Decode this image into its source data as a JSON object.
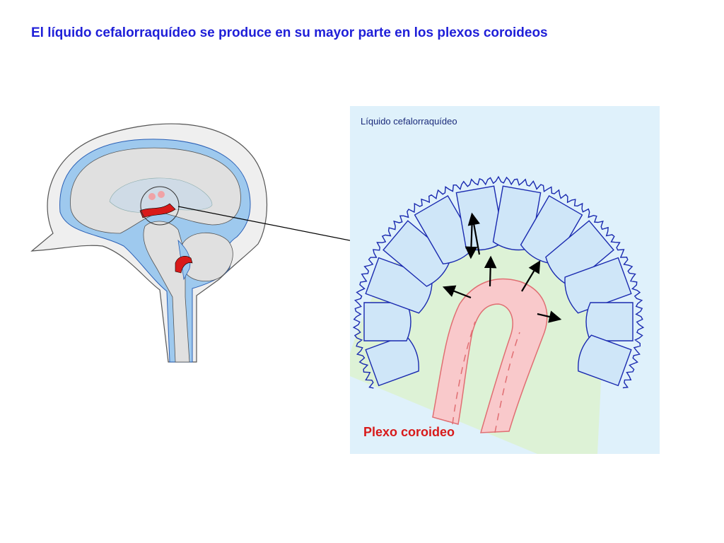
{
  "title": "El líquido cefalorraquídeo se produce en su mayor parte en los plexos coroideos",
  "labels": {
    "csf": "Líquido cefalorraquídeo",
    "plexus": "Plexo coroideo"
  },
  "colors": {
    "title": "#1f1fd8",
    "csf_background": "#dff1fb",
    "ventricle_fill": "#cfe6f8",
    "wave_outline": "#1a2ab0",
    "stroma": "#ddf2d6",
    "vessel": "#f9c9cb",
    "vessel_edge": "#e06e72",
    "plexus_red": "#d81a1a",
    "brain_gray": "#e0e0e0",
    "csf_blue": "#9ec9ee"
  },
  "icons": {
    "arrows": "secretion-arrow",
    "magnifier": "zoom-circle"
  }
}
